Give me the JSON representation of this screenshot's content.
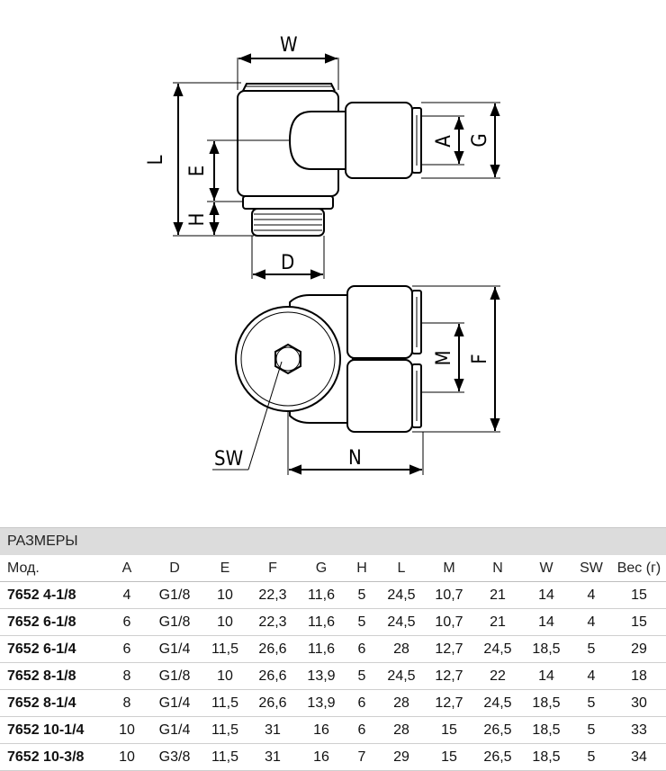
{
  "drawing": {
    "dims": {
      "W": "W",
      "L": "L",
      "E": "E",
      "H": "H",
      "D": "D",
      "A": "A",
      "G": "G",
      "M": "M",
      "F": "F",
      "N": "N",
      "SW": "SW"
    }
  },
  "table": {
    "section_title": "РАЗМЕРЫ",
    "columns": [
      "Мод.",
      "A",
      "D",
      "E",
      "F",
      "G",
      "H",
      "L",
      "M",
      "N",
      "W",
      "SW",
      "Вес (г)"
    ],
    "rows": [
      [
        "7652 4-1/8",
        "4",
        "G1/8",
        "10",
        "22,3",
        "11,6",
        "5",
        "24,5",
        "10,7",
        "21",
        "14",
        "4",
        "15"
      ],
      [
        "7652 6-1/8",
        "6",
        "G1/8",
        "10",
        "22,3",
        "11,6",
        "5",
        "24,5",
        "10,7",
        "21",
        "14",
        "4",
        "15"
      ],
      [
        "7652 6-1/4",
        "6",
        "G1/4",
        "11,5",
        "26,6",
        "11,6",
        "6",
        "28",
        "12,7",
        "24,5",
        "18,5",
        "5",
        "29"
      ],
      [
        "7652 8-1/8",
        "8",
        "G1/8",
        "10",
        "26,6",
        "13,9",
        "5",
        "24,5",
        "12,7",
        "22",
        "14",
        "4",
        "18"
      ],
      [
        "7652 8-1/4",
        "8",
        "G1/4",
        "11,5",
        "26,6",
        "13,9",
        "6",
        "28",
        "12,7",
        "24,5",
        "18,5",
        "5",
        "30"
      ],
      [
        "7652 10-1/4",
        "10",
        "G1/4",
        "11,5",
        "31",
        "16",
        "6",
        "28",
        "15",
        "26,5",
        "18,5",
        "5",
        "33"
      ],
      [
        "7652 10-3/8",
        "10",
        "G3/8",
        "11,5",
        "31",
        "16",
        "7",
        "29",
        "15",
        "26,5",
        "18,5",
        "5",
        "34"
      ]
    ]
  }
}
